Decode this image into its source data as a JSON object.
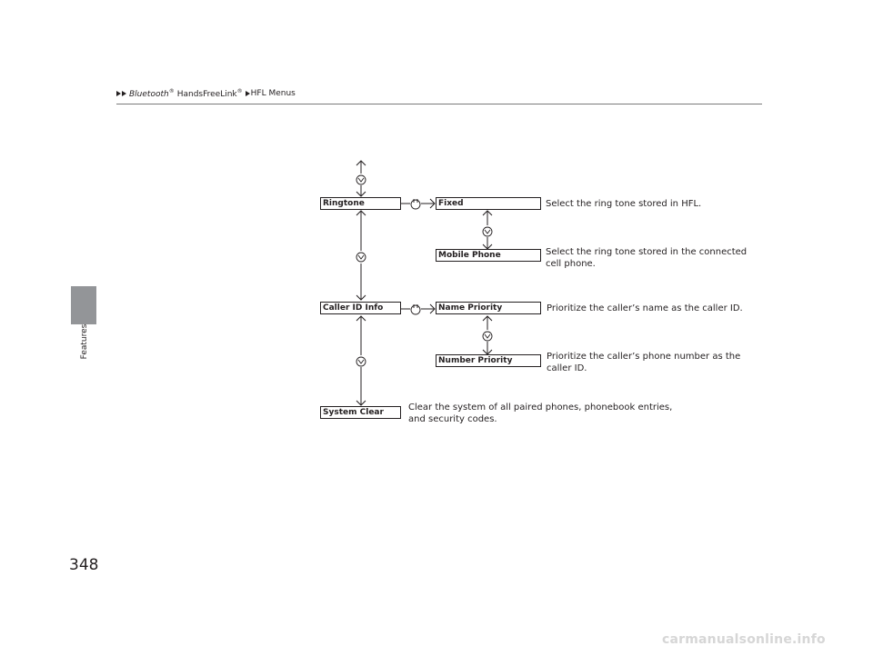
{
  "breadcrumb": {
    "segments": [
      "Bluetooth",
      "HandsFreeLink",
      "HFL Menus"
    ],
    "registered_mark": "®"
  },
  "side_tab": {
    "label": "Features",
    "color": "#939598"
  },
  "page_number": "348",
  "menu": {
    "ringtone": "Ringtone",
    "fixed": "Fixed",
    "mobile_phone": "Mobile Phone",
    "caller_id_info": "Caller ID Info",
    "name_priority": "Name Priority",
    "number_priority": "Number Priority",
    "system_clear": "System Clear"
  },
  "descriptions": {
    "fixed": "Select the ring tone stored in HFL.",
    "mobile_phone_1": "Select the ring tone stored in the connected",
    "mobile_phone_2": "cell phone.",
    "name_priority": "Prioritize the caller’s name as the caller ID.",
    "number_priority_1": "Prioritize the caller’s phone number as the",
    "number_priority_2": "caller ID.",
    "system_clear_1": "Clear the system of all paired phones, phonebook entries,",
    "system_clear_2": "and security codes."
  },
  "icons": {
    "rotate": "interface-dial-rotate-icon",
    "press": "interface-dial-press-icon"
  },
  "watermark": "carmanualsonline.info"
}
